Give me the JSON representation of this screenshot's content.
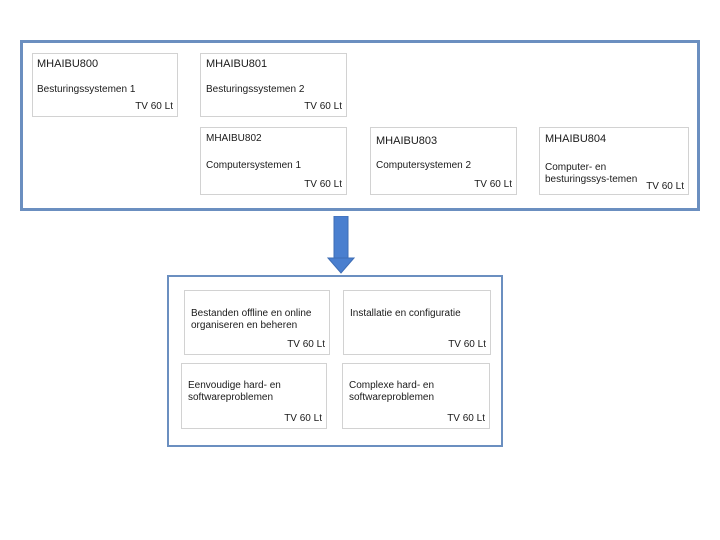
{
  "modules": [
    {
      "code": "MHAIBU800",
      "title": "Besturingssystemen 1",
      "credits": "TV 60 Lt"
    },
    {
      "code": "MHAIBU801",
      "title": "Besturingssystemen 2",
      "credits": "TV 60 Lt"
    },
    {
      "code": "MHAIBU802",
      "title": "Computersystemen 1",
      "credits": "TV 60 Lt"
    },
    {
      "code": "MHAIBU803",
      "title": "Computersystemen 2",
      "credits": "TV 60 Lt"
    },
    {
      "code": "MHAIBU804",
      "title": "Computer- en besturingssys-temen",
      "credits": "TV 60 Lt"
    }
  ],
  "outcomes": [
    {
      "title": "Bestanden offline en online organiseren en beheren",
      "credits": "TV 60 Lt"
    },
    {
      "title": "Installatie en configuratie",
      "credits": "TV 60 Lt"
    },
    {
      "title": "Eenvoudige hard- en softwareproblemen",
      "credits": "TV 60 Lt"
    },
    {
      "title": "Complexe hard- en softwareproblemen",
      "credits": "TV 60 Lt"
    }
  ],
  "colors": {
    "frame": "#6b8fc0",
    "arrow": "#4a7fcf",
    "card_border": "#d2d2d2"
  }
}
